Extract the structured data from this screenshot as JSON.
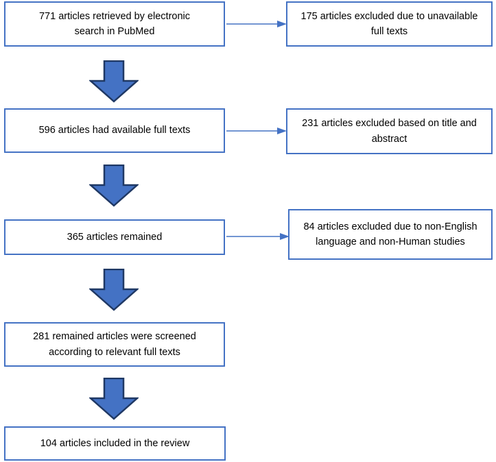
{
  "diagram": {
    "title": "PRISMA-style article selection flow chart",
    "colors": {
      "box_border": "#4472C4",
      "box_fill": "#FFFFFF",
      "arrow_fill": "#4472C4",
      "arrow_stroke": "#1F3864",
      "connector": "#4472C4",
      "text": "#000000"
    },
    "nodes": [
      {
        "id": "box-1",
        "lines": [
          "771 articles retrieved by electronic",
          "search in PubMed"
        ],
        "count": 771
      },
      {
        "id": "box-2",
        "lines": [
          "596 articles had available full texts"
        ],
        "count": 596
      },
      {
        "id": "box-3",
        "lines": [
          "365 articles remained"
        ],
        "count": 365
      },
      {
        "id": "box-4",
        "lines": [
          "281 remained articles were screened",
          "according to relevant full texts"
        ],
        "count": 281
      },
      {
        "id": "box-5",
        "lines": [
          "104 articles included in the review"
        ],
        "count": 104
      }
    ],
    "exclusions": [
      {
        "id": "box-ex-1",
        "lines": [
          "175 articles excluded due to unavailable",
          "full texts"
        ],
        "count": 175
      },
      {
        "id": "box-ex-2",
        "lines": [
          "231 articles excluded based on title and",
          "abstract"
        ],
        "count": 231
      },
      {
        "id": "box-ex-3",
        "lines": [
          "84 articles excluded due to non-English",
          "language and non-Human studies"
        ],
        "count": 84
      }
    ],
    "arrows": {
      "down": [
        "arrow-down-1",
        "arrow-down-2",
        "arrow-down-3",
        "arrow-down-4"
      ],
      "right": [
        "connector-1",
        "connector-2",
        "connector-3"
      ]
    }
  }
}
